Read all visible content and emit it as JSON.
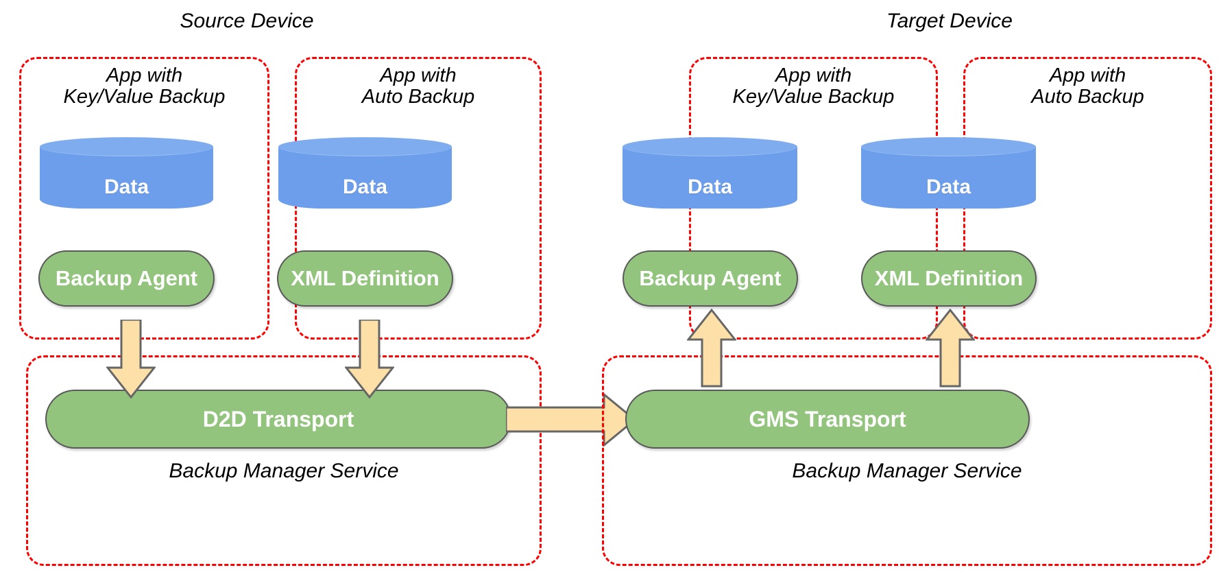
{
  "diagram": {
    "title_source": "Source Device",
    "title_target": "Target Device",
    "colors": {
      "dashed_border": "#FF0000",
      "cylinder_fill": "#6D9EEB",
      "capsule_fill": "#93C47D",
      "capsule_border": "#595959",
      "arrow_fill": "#FCE0A7",
      "arrow_border": "#666666",
      "text": "#000000",
      "shape_text": "#FFFFFF"
    },
    "source_device": {
      "label": "Source Device",
      "apps": [
        {
          "title": "App with\nKey/Value Backup",
          "data_label": "Data",
          "component_label": "Backup Agent"
        },
        {
          "title": "App with\nAuto Backup",
          "data_label": "Data",
          "component_label": "XML Definition"
        }
      ],
      "service": {
        "transport_label": "D2D Transport",
        "service_label": "Backup Manager Service"
      }
    },
    "target_device": {
      "label": "Target Device",
      "apps": [
        {
          "title": "App with\nKey/Value Backup",
          "data_label": "Data",
          "component_label": "Backup Agent"
        },
        {
          "title": "App with\nAuto Backup",
          "data_label": "Data",
          "component_label": "XML Definition"
        }
      ],
      "service": {
        "transport_label": "GMS Transport",
        "service_label": "Backup Manager Service"
      }
    },
    "flows": [
      {
        "name": "backup-agent-to-d2d",
        "direction": "down"
      },
      {
        "name": "xml-definition-to-d2d",
        "direction": "down"
      },
      {
        "name": "d2d-to-gms",
        "direction": "right"
      },
      {
        "name": "gms-to-backup-agent",
        "direction": "up"
      },
      {
        "name": "gms-to-xml-definition",
        "direction": "up"
      }
    ]
  }
}
